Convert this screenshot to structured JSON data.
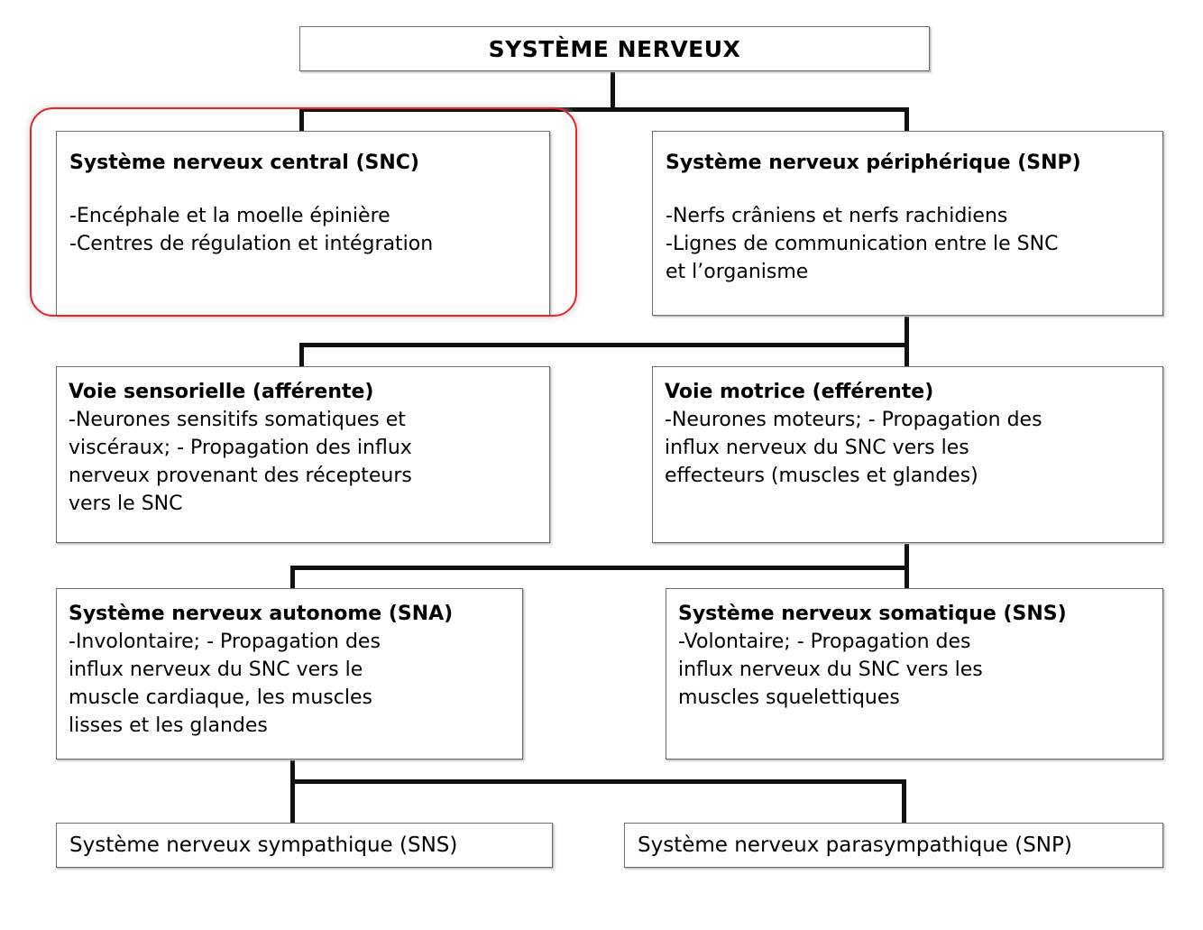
{
  "diagram": {
    "title": "SYSTÈME NERVEUX",
    "highlight_color": "#ee2222",
    "highlighted_node": "Système nerveux central (SNC)",
    "nodes": {
      "root": {
        "label": "SYSTÈME NERVEUX"
      },
      "snc": {
        "title": "Système nerveux central (SNC)",
        "line1": "-Encéphale et la moelle épinière",
        "line2": "-Centres de régulation et intégration"
      },
      "snp": {
        "title": "Système nerveux périphérique (SNP)",
        "line1": "-Nerfs crâniens et nerfs rachidiens",
        "line2": "-Lignes de communication entre le SNC",
        "line3": "et l’organisme"
      },
      "sensorielle": {
        "title": "Voie sensorielle (afférente)",
        "line1": "-Neurones sensitifs somatiques et",
        "line2": "viscéraux; - Propagation des influx",
        "line3": "nerveux provenant des récepteurs",
        "line4": "vers le SNC"
      },
      "motrice": {
        "title": "Voie motrice (efférente)",
        "line1": "-Neurones moteurs; - Propagation des",
        "line2": "influx nerveux du SNC vers les",
        "line3": "effecteurs (muscles et glandes)"
      },
      "sna": {
        "title": "Système nerveux autonome (SNA)",
        "line1": "-Involontaire; - Propagation des",
        "line2": "influx nerveux du SNC vers le",
        "line3": "muscle cardiaque, les muscles",
        "line4": "lisses et les glandes"
      },
      "sns": {
        "title": "Système nerveux somatique (SNS)",
        "line1": "-Volontaire; - Propagation des",
        "line2": "influx nerveux du SNC vers les",
        "line3": "muscles squelettiques"
      },
      "sympathique": {
        "title": "Système nerveux sympathique (SNS)"
      },
      "parasympathique": {
        "title": "Système nerveux parasympathique (SNP)"
      }
    }
  }
}
